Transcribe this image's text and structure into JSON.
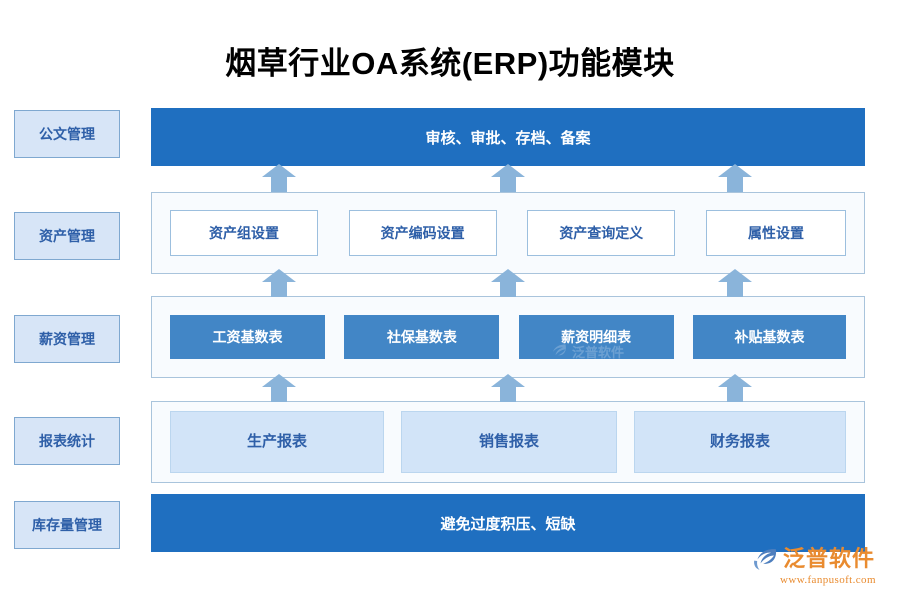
{
  "page": {
    "title": "烟草行业OA系统(ERP)功能模块",
    "background": "#FFFFFF"
  },
  "colors": {
    "bar_blue": "#1F6FC0",
    "card_solid_blue": "#4286C6",
    "card_tint_blue": "#D2E4F8",
    "chip_blue": "#D7E5F7",
    "text_blue": "#2E5FA8",
    "arrow_blue": "#8AB4DA",
    "panel_bg": "#F8FBFE",
    "panel_border": "#A9C4DC",
    "logo_orange": "#E98B2F"
  },
  "categories": [
    {
      "id": "doc-management",
      "label": "公文管理"
    },
    {
      "id": "asset-management",
      "label": "资产管理"
    },
    {
      "id": "salary-management",
      "label": "薪资管理"
    },
    {
      "id": "report-statistics",
      "label": "报表统计"
    },
    {
      "id": "inventory-management",
      "label": "库存量管理"
    }
  ],
  "rows": [
    {
      "id": "doc-row",
      "style": "bar",
      "bar_label": "审核、审批、存档、备案",
      "items": []
    },
    {
      "id": "asset-row",
      "style": "panel-outline",
      "items": [
        {
          "label": "资产组设置"
        },
        {
          "label": "资产编码设置"
        },
        {
          "label": "资产查询定义"
        },
        {
          "label": "属性设置"
        }
      ]
    },
    {
      "id": "salary-row",
      "style": "panel-solid",
      "items": [
        {
          "label": "工资基数表"
        },
        {
          "label": "社保基数表"
        },
        {
          "label": "薪资明细表"
        },
        {
          "label": "补贴基数表"
        }
      ]
    },
    {
      "id": "report-row",
      "style": "panel-tint",
      "items": [
        {
          "label": "生产报表"
        },
        {
          "label": "销售报表"
        },
        {
          "label": "财务报表"
        }
      ]
    },
    {
      "id": "inventory-row",
      "style": "bar",
      "bar_label": "避免过度积压、短缺",
      "items": []
    }
  ],
  "arrows": {
    "icon": "arrow-up-icon",
    "count_per_gap": 3,
    "gaps": [
      "doc-to-asset",
      "asset-to-salary",
      "salary-to-report"
    ]
  },
  "watermarks": {
    "inline_text": "泛普软件"
  },
  "logo": {
    "icon": "fanpu-swirl-icon",
    "name": "泛普软件",
    "url": "www.fanpusoft.com"
  }
}
